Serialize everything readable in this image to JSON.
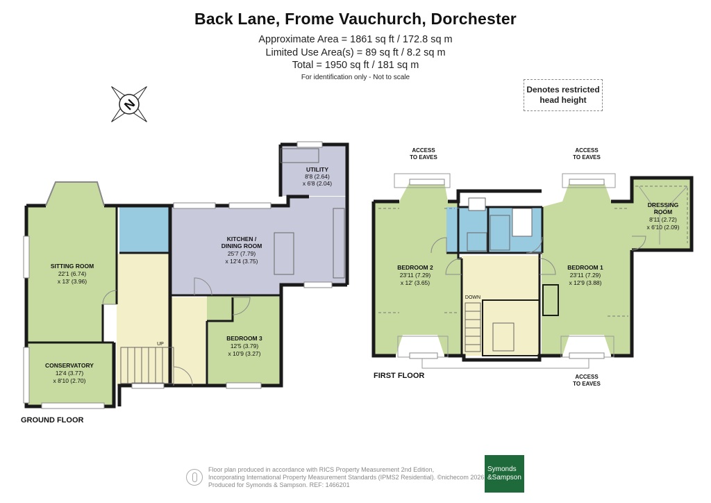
{
  "header": {
    "title": "Back Lane, Frome Vauchurch, Dorchester",
    "area_approx": "Approximate Area = 1861 sq ft / 172.8 sq m",
    "area_limited": "Limited Use Area(s) = 89 sq ft / 8.2 sq m",
    "area_total": "Total = 1950 sq ft / 181 sq m",
    "disclaimer": "For identification only - Not to scale"
  },
  "compass": {
    "north_label": "N"
  },
  "legend": {
    "line1": "Denotes restricted",
    "line2": "head height"
  },
  "ground_floor": {
    "label": "GROUND FLOOR",
    "stairs_label": "UP",
    "rooms": {
      "sitting": {
        "name": "SITTING ROOM",
        "dim1": "22'1 (6.74)",
        "dim2": "x 13' (3.96)"
      },
      "conservatory": {
        "name": "CONSERVATORY",
        "dim1": "12'4 (3.77)",
        "dim2": "x 8'10 (2.70)"
      },
      "kitchen": {
        "name1": "KITCHEN /",
        "name2": "DINING ROOM",
        "dim1": "25'7 (7.79)",
        "dim2": "x 12'4 (3.75)"
      },
      "utility": {
        "name": "UTILITY",
        "dim1": "8'8 (2.64)",
        "dim2": "x 6'8 (2.04)"
      },
      "bedroom3": {
        "name": "BEDROOM 3",
        "dim1": "12'5 (3.79)",
        "dim2": "x 10'9 (3.27)"
      }
    }
  },
  "first_floor": {
    "label": "FIRST FLOOR",
    "stairs_label": "DOWN",
    "access_line1": "ACCESS",
    "access_line2": "TO EAVES",
    "rooms": {
      "bedroom2": {
        "name": "BEDROOM 2",
        "dim1": "23'11 (7.29)",
        "dim2": "x 12' (3.65)"
      },
      "bedroom1": {
        "name": "BEDROOM 1",
        "dim1": "23'11 (7.29)",
        "dim2": "x 12'9 (3.88)"
      },
      "dressing": {
        "name1": "DRESSING",
        "name2": "ROOM",
        "dim1": "8'11 (2.72)",
        "dim2": "x 6'10 (2.09)"
      }
    }
  },
  "footer": {
    "line1": "Floor plan produced in accordance with RICS Property Measurement 2nd Edition,",
    "line2": "Incorporating International Property Measurement Standards (IPMS2 Residential).  ©nichecom 2026.",
    "line3": "Produced for Symonds & Sampson.   REF:  1466201",
    "brand_line1": "Symonds",
    "brand_line2": "&Sampson"
  },
  "colors": {
    "room_green": "#c7dba0",
    "kitchen_lilac": "#c9c9dc",
    "bathroom_blue": "#99cbe0",
    "hall_cream": "#f3efc8",
    "wall": "#1a1a1a",
    "brand_green": "#1f6a3a"
  }
}
